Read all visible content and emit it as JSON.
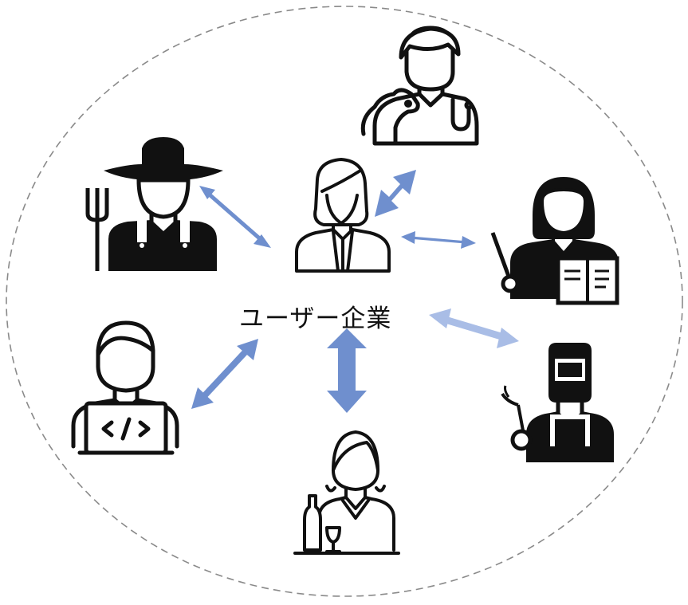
{
  "center_label": "ユーザー企業",
  "colors": {
    "boundary": "#8a8a8a",
    "arrow_fill": "#6f8fce",
    "arrow_fill_light": "#a9bde6",
    "arrow_stroke": "#6f8fce",
    "icon_stroke": "#111111",
    "icon_fill": "#111111"
  },
  "nodes": [
    {
      "id": "veterinarian",
      "icon": "veterinarian-icon"
    },
    {
      "id": "farmer",
      "icon": "farmer-icon"
    },
    {
      "id": "business-woman",
      "icon": "business-woman-icon"
    },
    {
      "id": "teacher",
      "icon": "teacher-icon"
    },
    {
      "id": "programmer",
      "icon": "programmer-icon"
    },
    {
      "id": "welder",
      "icon": "welder-icon"
    },
    {
      "id": "sommelier",
      "icon": "sommelier-icon"
    }
  ]
}
